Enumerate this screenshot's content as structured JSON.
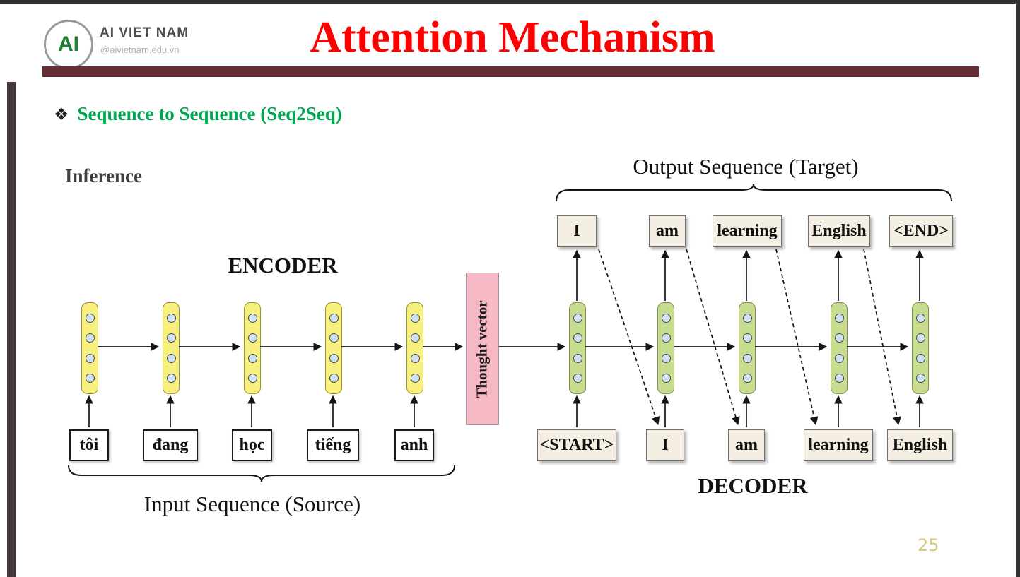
{
  "header": {
    "logo_text": "AI",
    "brand": "AI VIET NAM",
    "handle": "@aivietnam.edu.vn",
    "title": "Attention Mechanism"
  },
  "section": {
    "bullet": "❖",
    "heading": "Sequence to Sequence (Seq2Seq)"
  },
  "labels": {
    "inference": "Inference",
    "encoder": "ENCODER",
    "decoder": "DECODER",
    "thought_vector": "Thought vector",
    "output_sequence": "Output Sequence (Target)",
    "input_sequence": "Input Sequence (Source)",
    "page_number": "25"
  },
  "encoder": {
    "inputs": [
      "tôi",
      "đang",
      "học",
      "tiếng",
      "anh"
    ]
  },
  "decoder": {
    "inputs": [
      "<START>",
      "I",
      "am",
      "learning",
      "English"
    ],
    "outputs": [
      "I",
      "am",
      "learning",
      "English",
      "<END>"
    ]
  },
  "colors": {
    "title_red": "#ff0000",
    "heading_green": "#00a550",
    "maroon_bar": "#662f34",
    "side_bar": "#45383b",
    "frame_dark": "#323232",
    "encoder_cell": "#f7ef7e",
    "decoder_cell": "#c7dc8f",
    "thought_vector_pink": "#f5b8c4",
    "cell_circle": "#cfe2f3",
    "word_box_beige": "#f4efe2",
    "page_number_yellow": "#d9c97e"
  }
}
